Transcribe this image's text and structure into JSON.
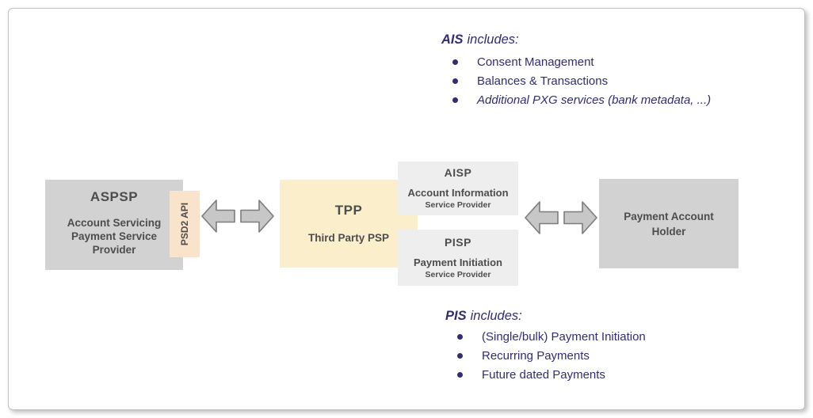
{
  "notes": {
    "ais": {
      "keyword": "AIS",
      "rest": "includes:",
      "items": [
        "Consent Management",
        "Balances & Transactions",
        "Additional PXG services (bank metadata, ...)"
      ]
    },
    "pis": {
      "keyword": "PIS",
      "rest": "includes:",
      "items": [
        "(Single/bulk) Payment Initiation",
        "Recurring Payments",
        "Future dated Payments"
      ]
    }
  },
  "boxes": {
    "aspsp": {
      "acronym": "ASPSP",
      "name": "Account Servicing Payment Service Provider"
    },
    "psd2_api": {
      "label": "PSD2 API"
    },
    "tpp": {
      "acronym": "TPP",
      "name": "Third Party PSP"
    },
    "aisp": {
      "acronym": "AISP",
      "name": "Account Information",
      "role": "Service Provider"
    },
    "pisp": {
      "acronym": "PISP",
      "name": "Payment Initiation",
      "role": "Service Provider"
    },
    "account_holder": {
      "name": "Payment Account Holder"
    }
  },
  "colors": {
    "navy_text": "#302c75",
    "gray_box": "#d2d2d2",
    "light_gray_box": "#eeeeee",
    "yellow_box": "#fbefcb",
    "peach_box": "#fae3cb",
    "dark_text": "#4d4d4d",
    "arrow_fill": "#c7c7c7",
    "arrow_stroke": "#7c7c7c"
  }
}
